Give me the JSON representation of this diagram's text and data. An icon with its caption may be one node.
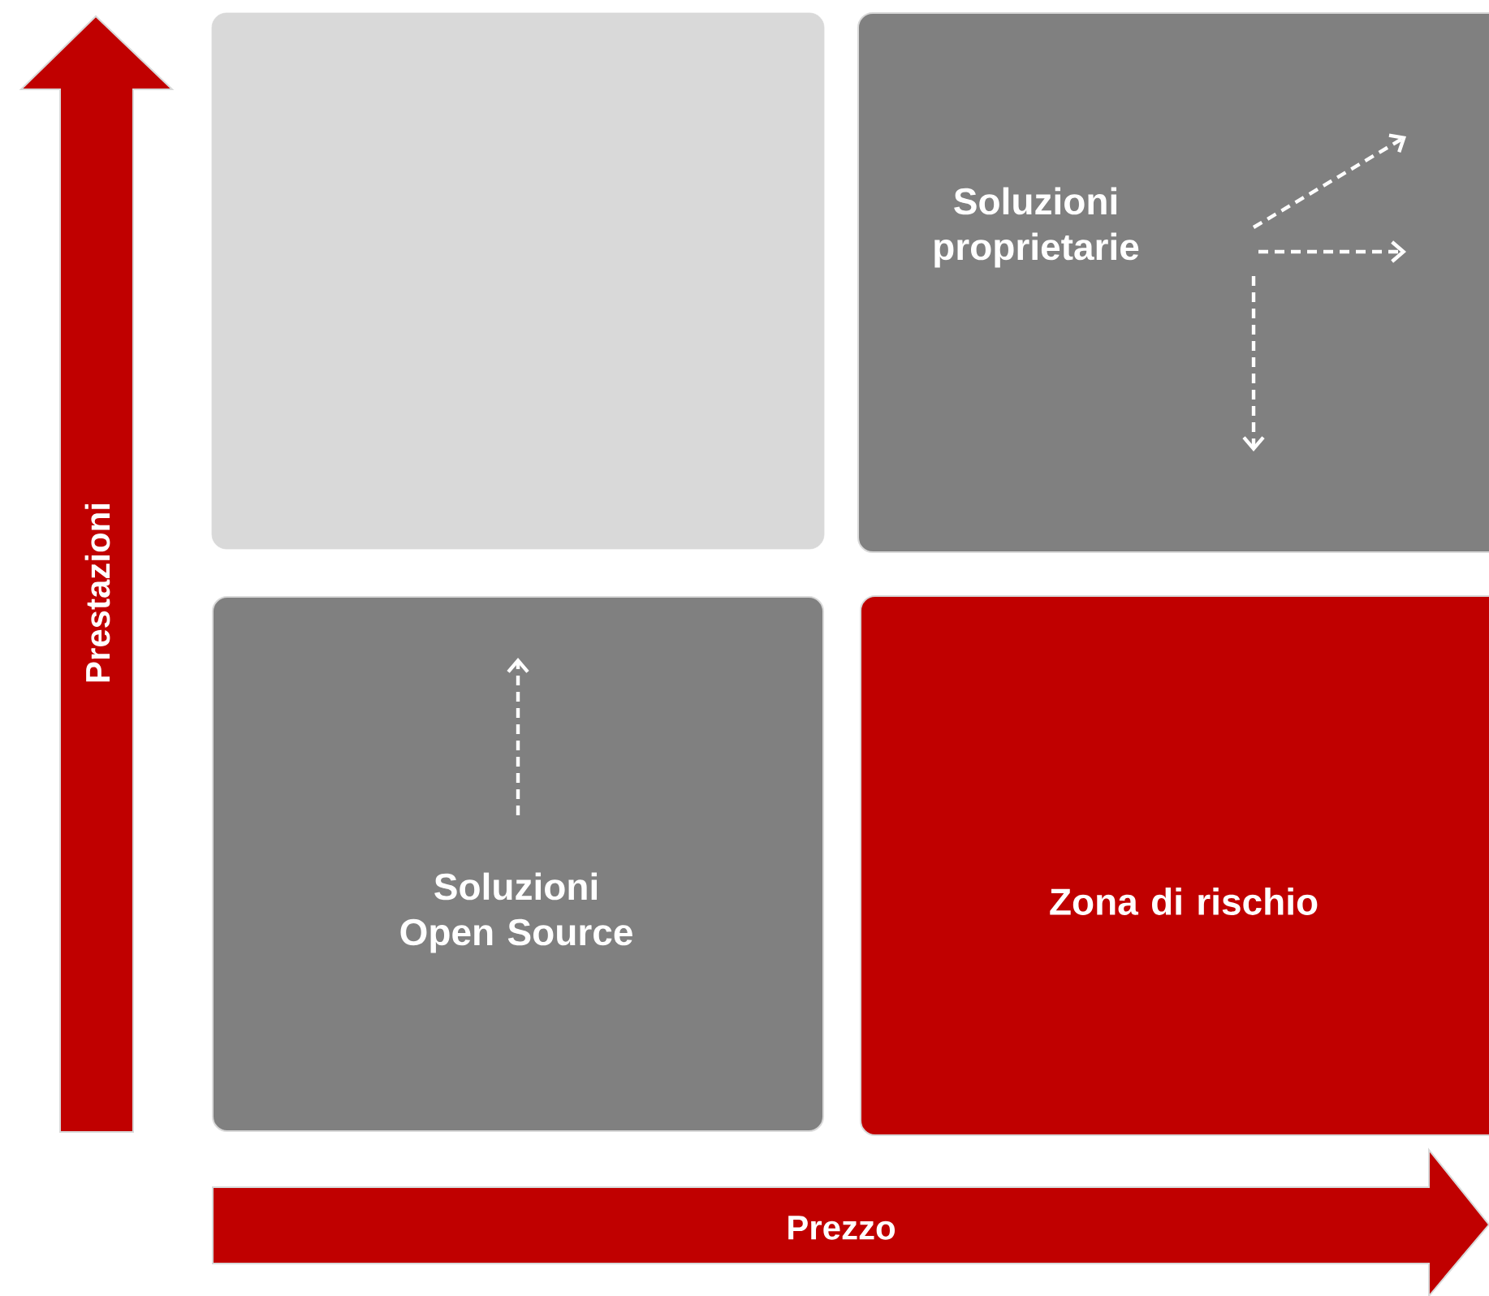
{
  "diagram": {
    "nodes": [
      {
        "text": [],
        "shape": "box"
      },
      {
        "text": [
          "Soluzioni proprietarie"
        ]
      },
      {
        "text": [
          "Soluzioni Open Source"
        ]
      },
      {
        "text": [
          "Zona di rischio"
        ]
      }
    ],
    "labels": [
      "Prestazioni",
      "Prezzo"
    ]
  }
}
